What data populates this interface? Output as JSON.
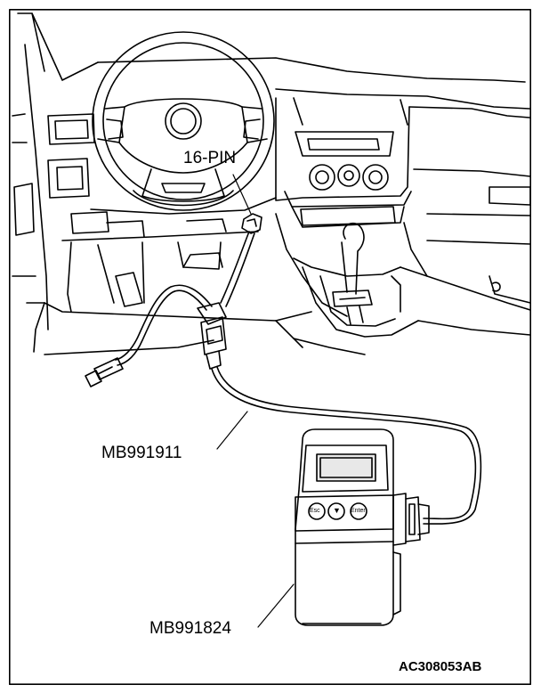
{
  "labels": {
    "connector": "16-PIN",
    "cable": "MB991911",
    "tool": "MB991824",
    "figure_id": "AC308053AB"
  },
  "buttons": [
    "Esc",
    "▼",
    "Enter"
  ],
  "colors": {
    "line": "#000000",
    "background": "#ffffff",
    "screen": "#e8e8e8"
  }
}
